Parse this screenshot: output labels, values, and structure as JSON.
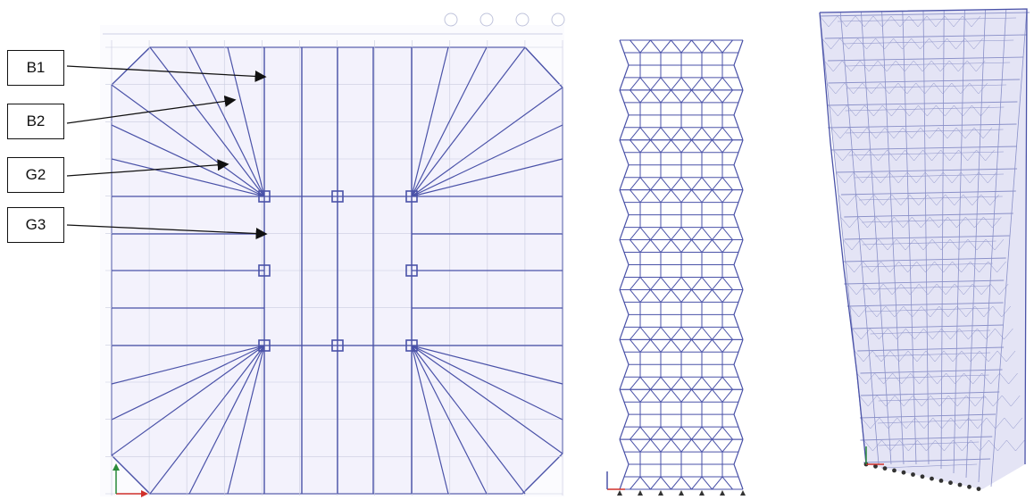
{
  "labels": [
    "B1",
    "B2",
    "G2",
    "G3"
  ],
  "colors": {
    "frame": "#4a52a8",
    "frame_light": "#8a90c8",
    "grid": "#c9ccdf",
    "fill": "#f2f1fb",
    "label_border": "#111111",
    "arrow": "#111111",
    "axis_x": "#d0302a",
    "axis_y": "#2a8a3a"
  },
  "plan": {
    "bays": 12,
    "column_markers": 8
  },
  "elevation": {
    "modules": 9,
    "bays": 6
  },
  "tower": {
    "floors": 20
  }
}
